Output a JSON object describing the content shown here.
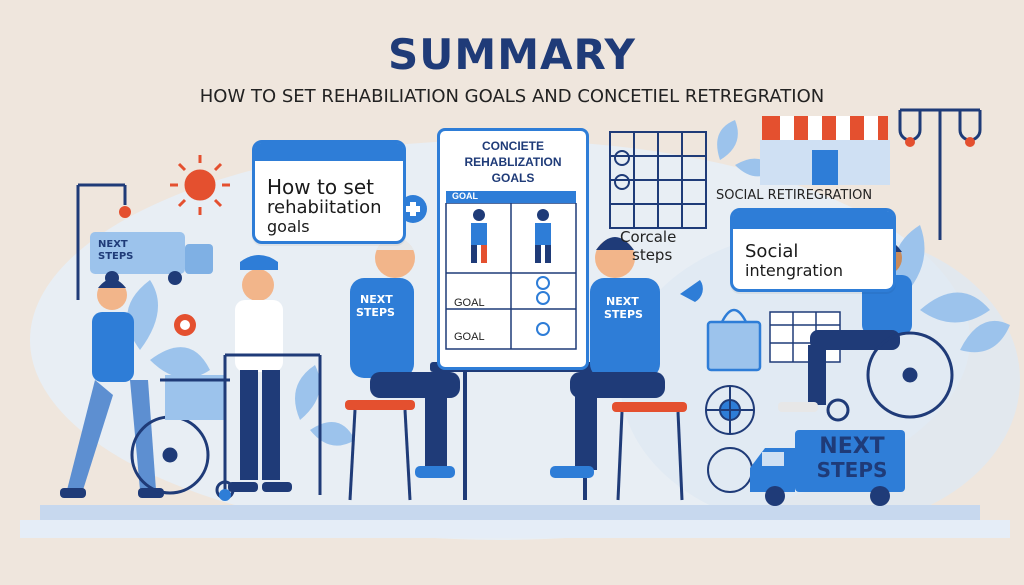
{
  "header": {
    "title": "SUMMARY",
    "subtitle": "HOW TO SET REHABILIATION GOALS AND CONCETIEL RETREGRATION"
  },
  "left_bubble": {
    "line1": "How to set",
    "line2": "rehabiitation",
    "line3": "goals"
  },
  "board": {
    "title_line1": "CONCIETE",
    "title_line2": "REHABLIZATION",
    "title_line3": "GOALS",
    "tab": "GOAL",
    "rows": [
      "GOAL",
      "GOAL"
    ]
  },
  "corcale": {
    "line1": "Corcale",
    "line2": "steps"
  },
  "social_retregration": "SOCIAL RETIREGRATION",
  "right_bubble": {
    "line1": "Social",
    "line2": "intengration"
  },
  "van_left": {
    "line1": "NEXT",
    "line2": "STEPS"
  },
  "van_right": {
    "line1": "NEXT",
    "line2": "STEPS"
  },
  "shirt_left": {
    "line1": "NEXT",
    "line2": "STEPS"
  },
  "shirt_right": {
    "line1": "NEXT",
    "line2": "STEPS"
  },
  "colors": {
    "primary_blue": "#2e7dd7",
    "navy": "#1f3b78",
    "accent_red": "#e4502f",
    "background": "#efe6dd"
  },
  "icons": [
    "sun-icon",
    "plus-icon",
    "flower-icon",
    "gps-pin-icon",
    "target-icon",
    "shopping-bag-icon",
    "street-lamp-icon",
    "wheelchair-icon",
    "van-icon",
    "truck-icon"
  ]
}
